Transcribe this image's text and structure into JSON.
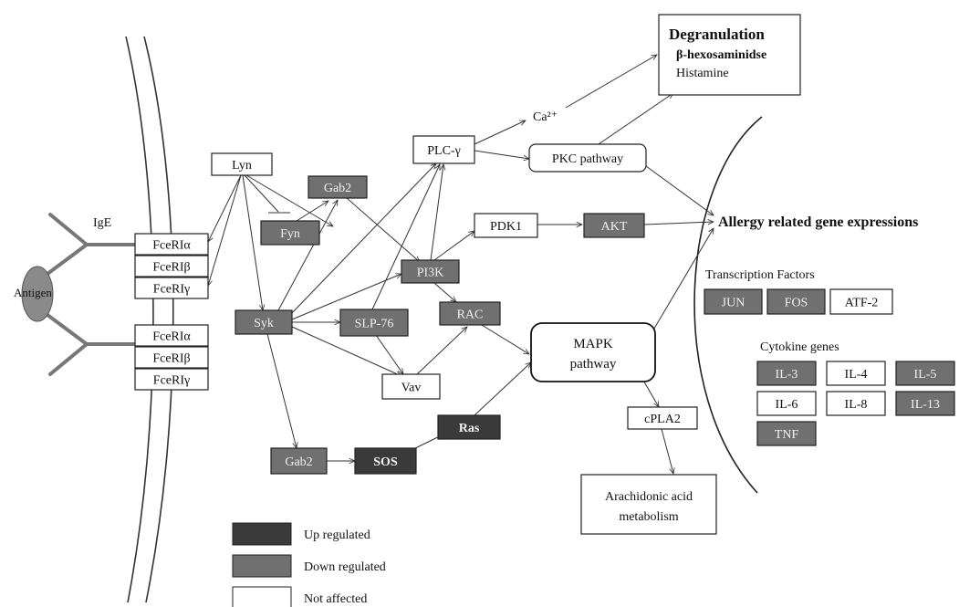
{
  "colors": {
    "up": "#3a3a3a",
    "down": "#707070",
    "none": "#ffffff",
    "antigen": "#8a8a8a",
    "text_dark": "#111111",
    "text_light": "#f2f2f2"
  },
  "labels": {
    "ige": "IgE",
    "antigen": "Antigen",
    "ca": "Ca²⁺",
    "allergy": "Allergy related gene expressions",
    "tf_header": "Transcription  Factors",
    "cyto_header": "Cytokine genes",
    "degran_title": "Degranulation",
    "degran_line1": "β-hexosaminidse",
    "degran_line2": "Histamine",
    "mapk_line1": "MAPK",
    "mapk_line2": "pathway",
    "arach_line1": "Arachidonic acid",
    "arach_line2": "metabolism"
  },
  "nodes": [
    {
      "id": "fceria1",
      "label": "FceRIα",
      "status": "none"
    },
    {
      "id": "fcerib1",
      "label": "FceRIβ",
      "status": "none"
    },
    {
      "id": "fcerig1",
      "label": "FceRIγ",
      "status": "none"
    },
    {
      "id": "fceria2",
      "label": "FceRIα",
      "status": "none"
    },
    {
      "id": "fcerib2",
      "label": "FceRIβ",
      "status": "none"
    },
    {
      "id": "fcerig2",
      "label": "FceRIγ",
      "status": "none"
    },
    {
      "id": "lyn",
      "label": "Lyn",
      "status": "none"
    },
    {
      "id": "fyn",
      "label": "Fyn",
      "status": "down"
    },
    {
      "id": "gab2a",
      "label": "Gab2",
      "status": "down"
    },
    {
      "id": "syk",
      "label": "Syk",
      "status": "down"
    },
    {
      "id": "plcg",
      "label": "PLC-γ",
      "status": "none"
    },
    {
      "id": "pkc",
      "label": "PKC pathway",
      "status": "none"
    },
    {
      "id": "pdk1",
      "label": "PDK1",
      "status": "none"
    },
    {
      "id": "akt",
      "label": "AKT",
      "status": "down"
    },
    {
      "id": "pi3k",
      "label": "PI3K",
      "status": "down"
    },
    {
      "id": "slp76",
      "label": "SLP-76",
      "status": "down"
    },
    {
      "id": "rac",
      "label": "RAC",
      "status": "down"
    },
    {
      "id": "vav",
      "label": "Vav",
      "status": "none"
    },
    {
      "id": "ras",
      "label": "Ras",
      "status": "up"
    },
    {
      "id": "gab2b",
      "label": "Gab2",
      "status": "down"
    },
    {
      "id": "sos",
      "label": "SOS",
      "status": "up"
    },
    {
      "id": "cpla2",
      "label": "cPLA2",
      "status": "none"
    },
    {
      "id": "jun",
      "label": "JUN",
      "status": "down"
    },
    {
      "id": "fos",
      "label": "FOS",
      "status": "down"
    },
    {
      "id": "atf2",
      "label": "ATF-2",
      "status": "none"
    },
    {
      "id": "il3",
      "label": "IL-3",
      "status": "down"
    },
    {
      "id": "il4",
      "label": "IL-4",
      "status": "none"
    },
    {
      "id": "il5",
      "label": "IL-5",
      "status": "down"
    },
    {
      "id": "il6",
      "label": "IL-6",
      "status": "none"
    },
    {
      "id": "il8",
      "label": "IL-8",
      "status": "none"
    },
    {
      "id": "il13",
      "label": "IL-13",
      "status": "down"
    },
    {
      "id": "tnf",
      "label": "TNF",
      "status": "down"
    }
  ],
  "legend": [
    {
      "label": "Up regulated",
      "status": "up"
    },
    {
      "label": "Down regulated",
      "status": "down"
    },
    {
      "label": "Not affected",
      "status": "none"
    }
  ]
}
